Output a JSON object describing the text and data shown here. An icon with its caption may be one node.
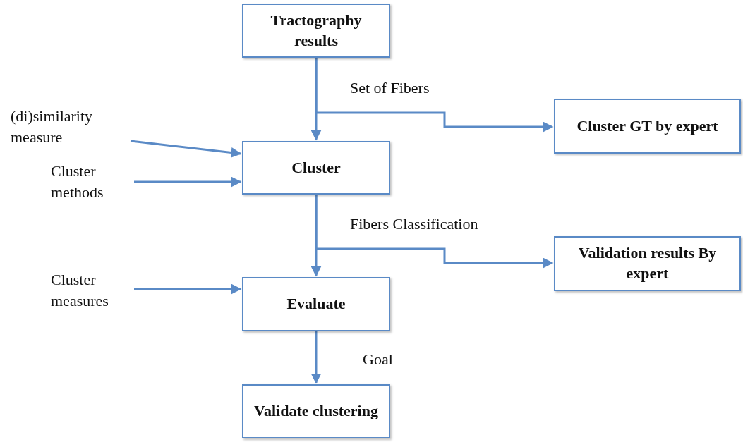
{
  "diagram": {
    "nodes": [
      {
        "text": [
          "Tractography results"
        ]
      },
      {
        "text": [
          "Cluster"
        ]
      },
      {
        "text": [
          "Cluster GT by expert"
        ]
      },
      {
        "text": [
          "Evaluate"
        ]
      },
      {
        "text": [
          "Validation results By expert"
        ]
      },
      {
        "text": [
          "Validate clustering"
        ]
      },
      {
        "text": [
          "(di)similarity measure"
        ]
      },
      {
        "text": [
          "Cluster methods"
        ]
      },
      {
        "text": [
          "Cluster measures"
        ]
      }
    ],
    "edges": [
      {
        "from": 0,
        "to": 1,
        "arrow": "to",
        "label": "Set of Fibers"
      },
      {
        "from": 0,
        "to": 2,
        "arrow": "to"
      },
      {
        "from": 6,
        "to": 1,
        "arrow": "to"
      },
      {
        "from": 7,
        "to": 1,
        "arrow": "to"
      },
      {
        "from": 1,
        "to": 3,
        "arrow": "to",
        "label": "Fibers Classification"
      },
      {
        "from": 1,
        "to": 4,
        "arrow": "to"
      },
      {
        "from": 8,
        "to": 3,
        "arrow": "to"
      },
      {
        "from": 3,
        "to": 5,
        "arrow": "to",
        "label": "Goal"
      }
    ]
  }
}
